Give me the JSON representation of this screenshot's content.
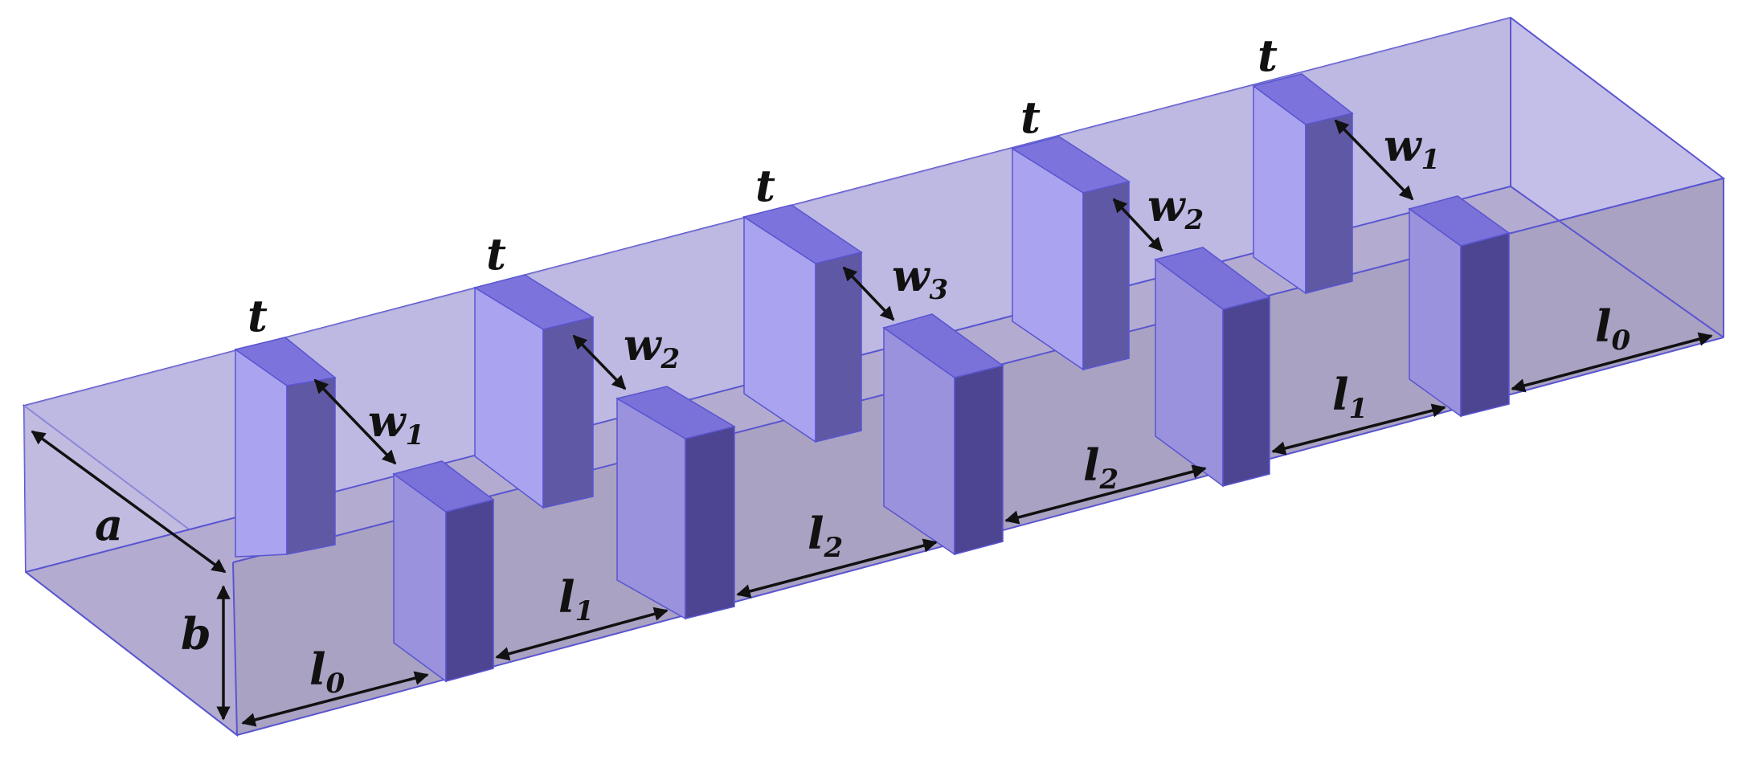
{
  "figure": {
    "description_free": true,
    "colors": {
      "box_fill": "#b9b4e6",
      "box_edge": "#5a55d0",
      "floor_fill": "#aca6c8",
      "front_wall": "#aaa3c4",
      "post_light": "#aaa4f0",
      "post_mid": "#9c94dc",
      "post_dark": "#4e4694",
      "post_top": "#7a72d8",
      "arrow": "#111111"
    }
  },
  "labels": {
    "a": {
      "main": "a",
      "sub": ""
    },
    "b": {
      "main": "b",
      "sub": ""
    },
    "t1": {
      "main": "t",
      "sub": ""
    },
    "t2": {
      "main": "t",
      "sub": ""
    },
    "t3": {
      "main": "t",
      "sub": ""
    },
    "t4": {
      "main": "t",
      "sub": ""
    },
    "t5": {
      "main": "t",
      "sub": ""
    },
    "w1_left": {
      "main": "w",
      "sub": "1"
    },
    "w2_left": {
      "main": "w",
      "sub": "2"
    },
    "w3": {
      "main": "w",
      "sub": "3"
    },
    "w2_right": {
      "main": "w",
      "sub": "2"
    },
    "w1_right": {
      "main": "w",
      "sub": "1"
    },
    "l0_left": {
      "main": "l",
      "sub": "0"
    },
    "l1_left": {
      "main": "l",
      "sub": "1"
    },
    "l2_left": {
      "main": "l",
      "sub": "2"
    },
    "l2_right": {
      "main": "l",
      "sub": "2"
    },
    "l1_right": {
      "main": "l",
      "sub": "1"
    },
    "l0_right": {
      "main": "l",
      "sub": "0"
    }
  }
}
